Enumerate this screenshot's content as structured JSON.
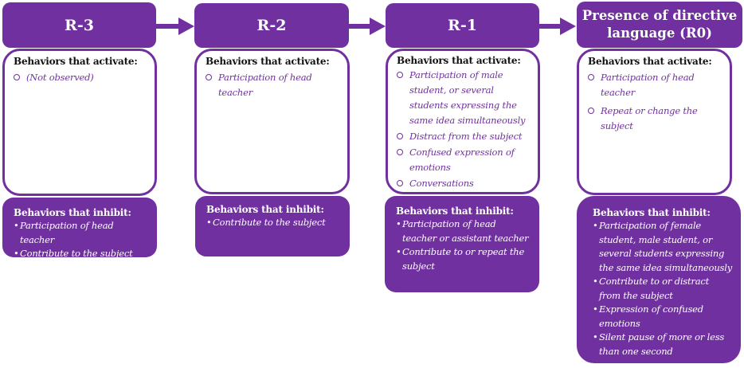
{
  "colors": {
    "accent": "#7030a0",
    "activate_text": "#7030a0",
    "background": "#ffffff"
  },
  "stages": [
    {
      "title": "R-3",
      "activate": {
        "title": "Behaviors that activate:",
        "items": [
          "(Not observed)"
        ]
      },
      "inhibit": {
        "title": "Behaviors that inhibit:",
        "items": [
          "Participation of head teacher",
          "Contribute to the subject"
        ]
      }
    },
    {
      "title": "R-2",
      "activate": {
        "title": "Behaviors that activate:",
        "items": [
          "Participation of head teacher"
        ]
      },
      "inhibit": {
        "title": "Behaviors that inhibit:",
        "items": [
          "Contribute to the subject"
        ]
      }
    },
    {
      "title": "R-1",
      "activate": {
        "title": "Behaviors that activate:",
        "items": [
          "Participation of male student, or several students expressing the same idea simultaneously",
          "Distract from the subject",
          "Confused expression of emotions",
          "Conversations"
        ]
      },
      "inhibit": {
        "title": "Behaviors that inhibit:",
        "items": [
          "Participation of head teacher or assistant teacher",
          "Contribute to or repeat the subject"
        ]
      }
    },
    {
      "title": "Presence of directive language (R0)",
      "activate": {
        "title": "Behaviors that activate:",
        "items": [
          "Participation of head teacher",
          "Repeat or change the subject"
        ]
      },
      "inhibit": {
        "title": "Behaviors that inhibit:",
        "items": [
          "Participation of female student, male student, or several students expressing the same idea simultaneously",
          "Contribute to or distract from the subject",
          "Expression of confused emotions",
          "Silent pause of more or less than one second"
        ]
      }
    }
  ],
  "bullet_symbol": "•"
}
